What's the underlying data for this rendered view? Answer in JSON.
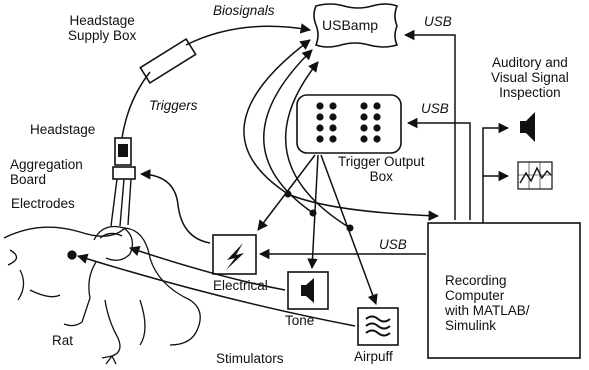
{
  "labels": {
    "headstage_supply_box": [
      "Headstage",
      "Supply Box"
    ],
    "biosignals": "Biosignals",
    "usbamp": "USBamp",
    "usb_top": "USB",
    "auditory_visual": [
      "Auditory and",
      "Visual Signal",
      "Inspection"
    ],
    "triggers": "Triggers",
    "usb_mid": "USB",
    "headstage": "Headstage",
    "aggregation_board": [
      "Aggregation",
      "Board"
    ],
    "electrodes": "Electrodes",
    "trigger_output_box": [
      "Trigger Output",
      "Box"
    ],
    "usb_bottom": "USB",
    "electrical": "Electrical",
    "tone": "Tone",
    "airpuff": "Airpuff",
    "rat": "Rat",
    "stimulators": "Stimulators",
    "recording_computer": [
      "Recording",
      "Computer",
      "with MATLAB/",
      "Simulink"
    ]
  },
  "icons": {
    "electrical": "lightning-icon",
    "tone": "speaker-icon",
    "airpuff": "airflow-icon",
    "audio_out": "speaker-icon",
    "visual_out": "signal-plot-icon"
  }
}
